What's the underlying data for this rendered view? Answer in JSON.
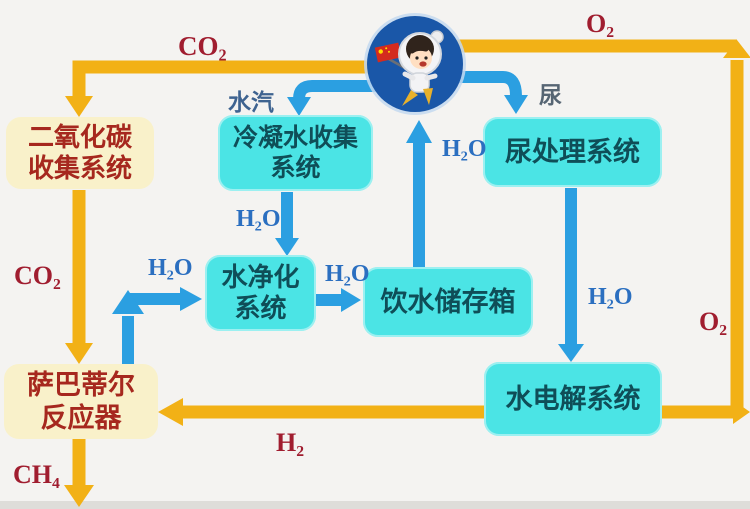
{
  "boxes": {
    "co2_collection": "二氧化碳\n收集系统",
    "condensate_collection": "冷凝水收集\n系统",
    "urine_processing": "尿处理系统",
    "water_purification": "水净化\n系统",
    "drinking_water_tank": "饮水储存箱",
    "sabatier_reactor": "萨巴蒂尔\n反应器",
    "water_electrolysis": "水电解系统"
  },
  "labels": {
    "co2_top": "CO₂",
    "o2_top": "O₂",
    "co2_left": "CO₂",
    "ch4_bottom": "CH₄",
    "h2_bottom": "H₂",
    "o2_right": "O₂",
    "water_vapor": "水汽",
    "urine": "尿",
    "h2o_to_crew": "H₂O",
    "h2o_condensate": "H₂O",
    "h2o_purified": "H₂O",
    "h2o_sabatier": "H₂O",
    "h2o_urine": "H₂O"
  },
  "icons": {
    "astronaut": "astronaut-with-china-flag"
  },
  "colors": {
    "background": "#F4F3F1",
    "line_yellow": "#F2B116",
    "line_blue": "#2B9FE1",
    "box_cyan": "#4BE4E5",
    "box_cream": "#F9F1CA",
    "box_text_red": "#A6281E",
    "box_text_teal": "#0F4E58",
    "label_red": "#A01D2F",
    "label_blue": "#2B6FC0",
    "label_slate": "#3E6390",
    "label_gray": "#566573",
    "astronaut_circle": "#1A57A8",
    "flag_red": "#D42B1E"
  }
}
